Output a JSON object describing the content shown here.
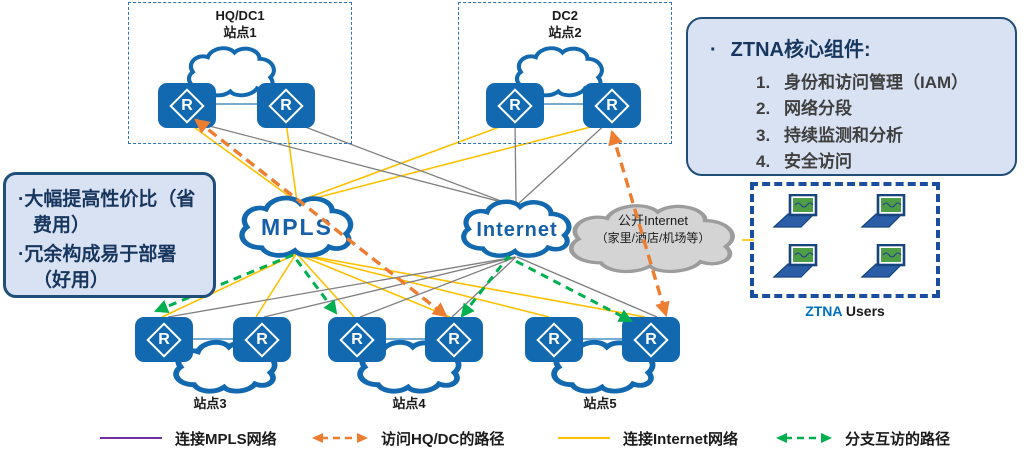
{
  "colors": {
    "primary_blue": "#1269B0",
    "dark_navy": "#1F4E79",
    "panel_bg": "#D9E2F3",
    "mpls_line": "#7030A0",
    "internet_line": "#FFC000",
    "hqdc_path": "#ED7D31",
    "branch_path": "#00B050",
    "gray_line": "#7F7F7F"
  },
  "sites": {
    "top": [
      {
        "name": "HQ/DC1",
        "subtitle": "站点1"
      },
      {
        "name": "DC2",
        "subtitle": "站点2"
      }
    ],
    "bottom": [
      {
        "label": "站点3"
      },
      {
        "label": "站点4"
      },
      {
        "label": "站点5"
      }
    ]
  },
  "clouds": {
    "mpls": "MPLS",
    "internet": "Internet",
    "public": {
      "line1": "公开Internet",
      "line2": "（家里/酒店/机场等）"
    }
  },
  "ztna_users": {
    "brand": "ZTNA",
    "rest": " Users"
  },
  "benefits": {
    "items": [
      "·大幅提高性价比（省费用）",
      "·冗余构成易于部署（好用）"
    ]
  },
  "ztna_components": {
    "bullet": "·",
    "title": "ZTNA核心组件:",
    "items": [
      {
        "num": "1.",
        "text": "身份和访问管理（IAM）"
      },
      {
        "num": "2.",
        "text": "网络分段"
      },
      {
        "num": "3.",
        "text": "持续监测和分析"
      },
      {
        "num": "4.",
        "text": "安全访问"
      }
    ]
  },
  "router": {
    "letter": "R"
  },
  "legend": {
    "items": [
      {
        "label": "连接MPLS网络",
        "color": "#7030A0",
        "style": "solid-line"
      },
      {
        "label": "访问HQ/DC的路径",
        "color": "#ED7D31",
        "style": "dashed-double-arrow"
      },
      {
        "label": "连接Internet网络",
        "color": "#FFC000",
        "style": "solid-line"
      },
      {
        "label": "分支互访的路径",
        "color": "#00B050",
        "style": "dashed-double-arrow"
      }
    ]
  }
}
